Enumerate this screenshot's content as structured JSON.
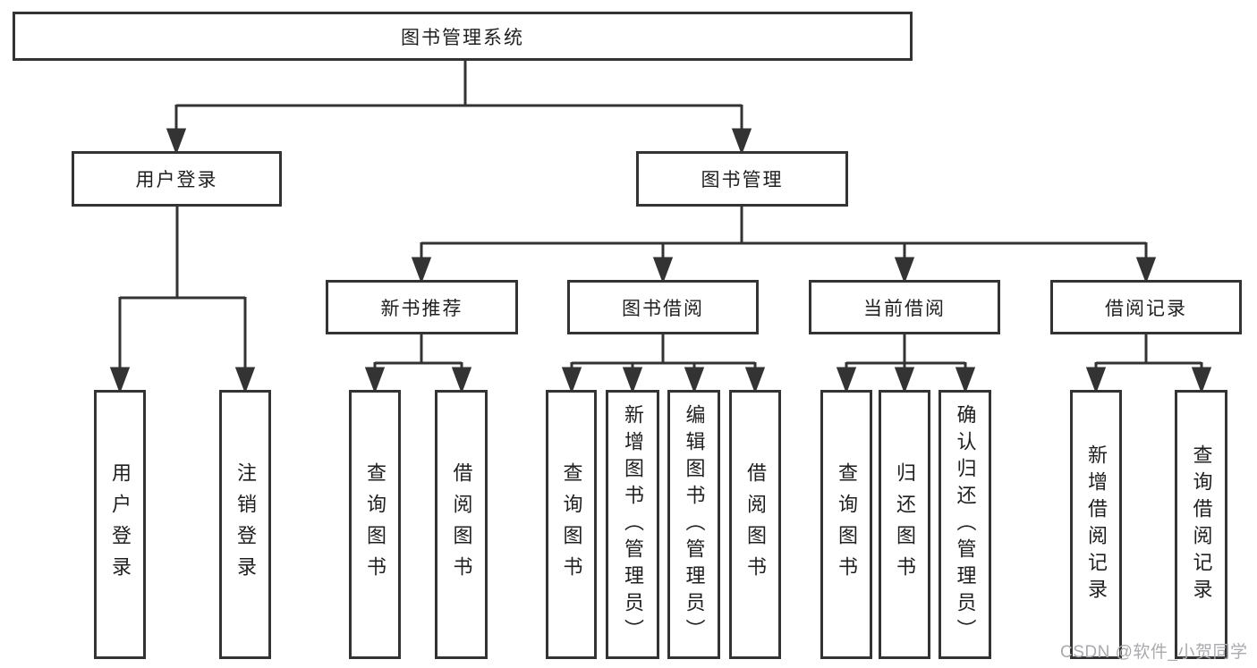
{
  "page": {
    "background": "#ffffff"
  },
  "diagram": {
    "type": "org-tree",
    "root": {
      "label": "图书管理系统"
    },
    "level2": [
      {
        "id": "user-login",
        "label": "用户登录"
      },
      {
        "id": "book-management",
        "label": "图书管理"
      }
    ],
    "level3": [
      {
        "id": "new-book-recommend",
        "label": "新书推荐"
      },
      {
        "id": "book-borrow",
        "label": "图书借阅"
      },
      {
        "id": "current-borrow",
        "label": "当前借阅"
      },
      {
        "id": "borrow-records",
        "label": "借阅记录"
      }
    ],
    "leaves": {
      "user_login": [
        {
          "label": "用户登录"
        },
        {
          "label": "注销登录"
        }
      ],
      "new_book_recommend": [
        {
          "label": "查询图书"
        },
        {
          "label": "借阅图书"
        }
      ],
      "book_borrow": [
        {
          "label": "查询图书"
        },
        {
          "label": "新增图书（管理员）"
        },
        {
          "label": "编辑图书（管理员）"
        },
        {
          "label": "借阅图书"
        }
      ],
      "current_borrow": [
        {
          "label": "查询图书"
        },
        {
          "label": "归还图书"
        },
        {
          "label": "确认归还（管理员）"
        }
      ],
      "borrow_records": [
        {
          "label": "新增借阅记录"
        },
        {
          "label": "查询借阅记录"
        }
      ]
    },
    "colors": {
      "line": "#333333",
      "text": "#1f1f1f",
      "box_background": "#ffffff",
      "watermark": "#aaaaae"
    },
    "watermark": "CSDN @软件_小贺同学"
  }
}
